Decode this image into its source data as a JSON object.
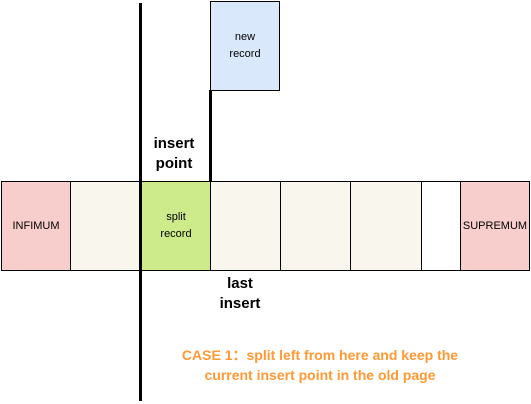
{
  "colors": {
    "infimum_fill": "#f8cecc",
    "supremum_fill": "#f8cecc",
    "record_fill": "#f9f7ed",
    "split_fill": "#cdeb8b",
    "new_record_fill": "#dae8fc",
    "empty_fill": "#ffffff",
    "caption_color": "#ff9933",
    "line_color": "#000000"
  },
  "boxes": {
    "infimum": "INFIMUM",
    "record_1": "",
    "split_record": "split\nrecord",
    "record_3": "",
    "record_4": "",
    "record_5": "",
    "empty_slot": "",
    "supremum": "SUPREMUM",
    "new_record": "new\nrecord"
  },
  "labels": {
    "insert_point": "insert\npoint",
    "last_insert": "last\ninsert"
  },
  "caption": "CASE 1：split left from here and keep the\ncurrent insert point in the old page"
}
